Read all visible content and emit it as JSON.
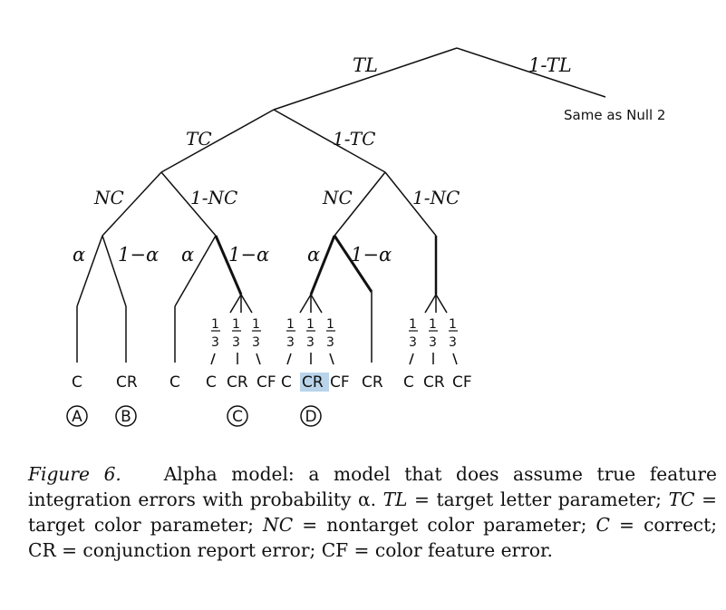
{
  "tree": {
    "root_left": "TL",
    "root_right": "1-TL",
    "null_branch": "Same as Null 2",
    "tc": "TC",
    "one_minus_tc": "1-TC",
    "nc": "NC",
    "one_minus_nc": "1-NC",
    "alpha": "α",
    "one_minus_alpha": "1−α",
    "frac_num": "1",
    "frac_den": "3",
    "outcome_c": "C",
    "outcome_cr": "CR",
    "outcome_cf": "CF",
    "markers": [
      "A",
      "B",
      "C",
      "D"
    ],
    "highlight_color": "#b9d3ea"
  },
  "caption": {
    "figure_label": "Figure 6.",
    "text_1": "Alpha model: a model that does assume true feature integration errors with probability α. ",
    "tl": "TL",
    "text_2": " = target letter parameter; ",
    "tc": "TC",
    "text_3": " = target color parameter; ",
    "nc": "NC",
    "text_4": " = nontarget color parameter; ",
    "c": "C",
    "text_5": " = correct; CR = conjunction report error; CF = color feature error."
  }
}
